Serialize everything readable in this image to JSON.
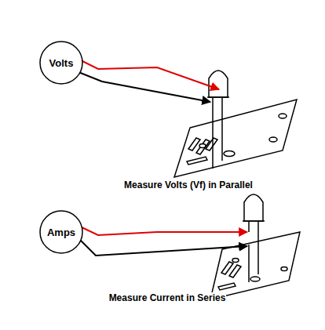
{
  "diagram": {
    "nodes": [
      {
        "text": [
          "Volts"
        ]
      },
      {
        "text": [
          "Amps"
        ]
      }
    ],
    "labels": [
      "Measure Volts (Vf) in Parallel",
      "Measure Current in Series"
    ]
  }
}
